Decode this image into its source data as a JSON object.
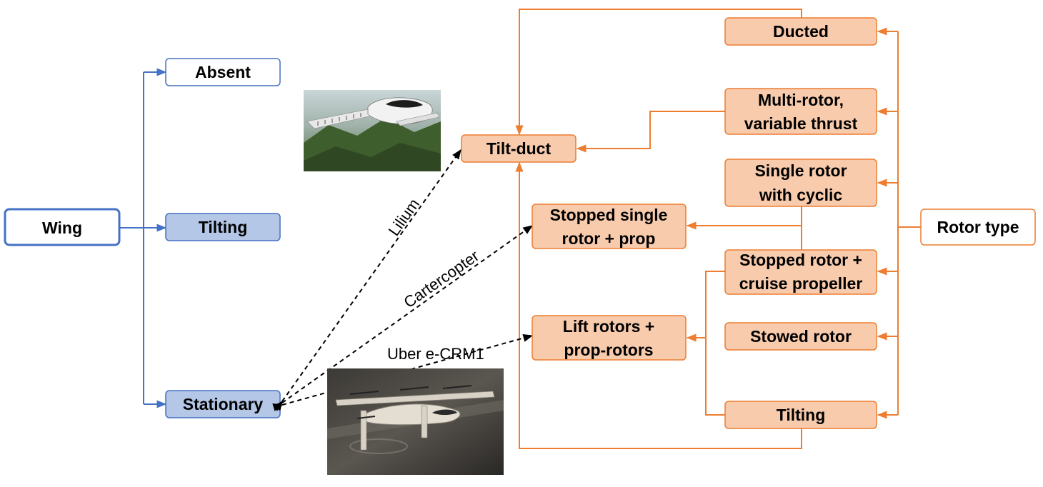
{
  "colors": {
    "blue": "#4472C4",
    "blue_fill": "#B4C7E7",
    "orange": "#ED7D31",
    "orange_fill": "#F8CBAD",
    "white": "#FFFFFF",
    "dashed": "#000000"
  },
  "wing": {
    "root": "Wing",
    "options": {
      "absent": "Absent",
      "tilting": "Tilting",
      "stationary": "Stationary"
    }
  },
  "rotor": {
    "root": "Rotor type",
    "types": {
      "ducted": "Ducted",
      "multirotor_1": "Multi-rotor,",
      "multirotor_2": "variable thrust",
      "single_cyclic_1": "Single rotor",
      "single_cyclic_2": "with cyclic",
      "stopped_prop_1": "Stopped rotor +",
      "stopped_prop_2": "cruise propeller",
      "stowed": "Stowed rotor",
      "tilting": "Tilting"
    }
  },
  "configurations": {
    "tilt_duct": "Tilt-duct",
    "stopped_single_1": "Stopped single",
    "stopped_single_2": "rotor + prop",
    "lift_rotors_1": "Lift rotors +",
    "lift_rotors_2": "prop-rotors"
  },
  "examples": {
    "lilium": "Lilium",
    "cartercopter": "Cartercopter",
    "uber": "Uber e-CRM1"
  },
  "images": {
    "lilium_photo": "aircraft-photo-icon",
    "uber_photo": "aircraft-photo-icon"
  }
}
